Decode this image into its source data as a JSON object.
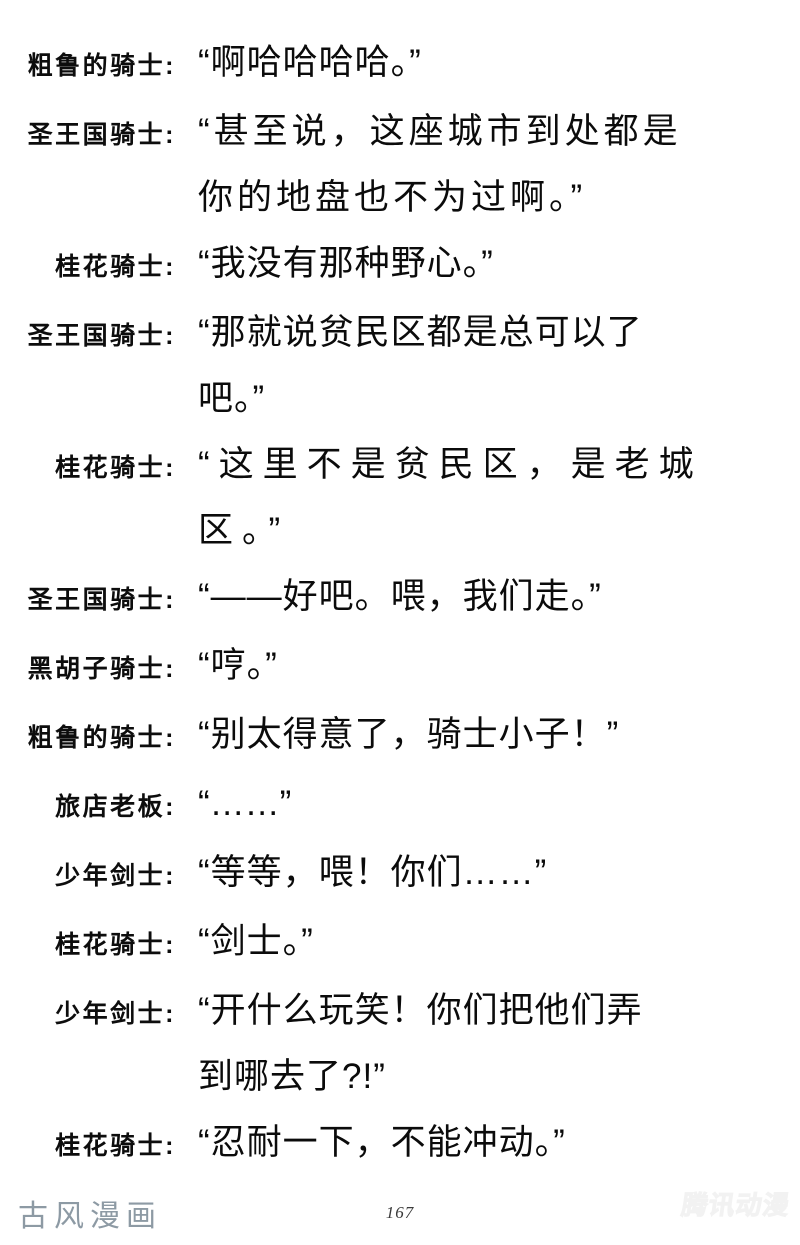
{
  "page": {
    "page_number": "167",
    "brand_mark": "古风漫画",
    "watermark": "腾讯动漫",
    "background_color": "#ffffff",
    "text_color": "#0b0b0b",
    "brand_color": "#8d9aa4",
    "watermark_color": "#ececec"
  },
  "dialogue": [
    {
      "speaker": "粗鲁的骑士:",
      "lines": [
        "“啊哈哈哈哈。”"
      ],
      "spacing": "sp1"
    },
    {
      "speaker": "圣王国骑士:",
      "lines": [
        "“甚至说，这座城市到处都是",
        "你的地盘也不为过啊。”"
      ],
      "spacing": "sp2"
    },
    {
      "speaker": "桂花骑士:",
      "lines": [
        "“我没有那种野心。”"
      ],
      "spacing": "sp1"
    },
    {
      "speaker": "圣王国骑士:",
      "lines": [
        "“那就说贫民区都是总可以了",
        "吧。”"
      ],
      "spacing": "sp1"
    },
    {
      "speaker": "桂花骑士:",
      "lines": [
        "“这里不是贫民区，是老城",
        "区。”"
      ],
      "spacing": "sp3"
    },
    {
      "speaker": "圣王国骑士:",
      "lines": [
        "“——好吧。喂，我们走。”"
      ],
      "spacing": "sp1"
    },
    {
      "speaker": "黑胡子骑士:",
      "lines": [
        "“哼。”"
      ],
      "spacing": "sp1"
    },
    {
      "speaker": "粗鲁的骑士:",
      "lines": [
        "“别太得意了，骑士小子！”"
      ],
      "spacing": "sp1"
    },
    {
      "speaker": "旅店老板:",
      "lines": [
        "“……”"
      ],
      "spacing": "tight"
    },
    {
      "speaker": "少年剑士:",
      "lines": [
        "“等等，喂！你们……”"
      ],
      "spacing": "sp1"
    },
    {
      "speaker": "桂花骑士:",
      "lines": [
        "“剑士。”"
      ],
      "spacing": "sp1"
    },
    {
      "speaker": "少年剑士:",
      "lines": [
        "“开什么玩笑！你们把他们弄",
        "到哪去了?!”"
      ],
      "spacing": "sp1"
    },
    {
      "speaker": "桂花骑士:",
      "lines": [
        "“忍耐一下，不能冲动。”"
      ],
      "spacing": "sp1"
    }
  ]
}
